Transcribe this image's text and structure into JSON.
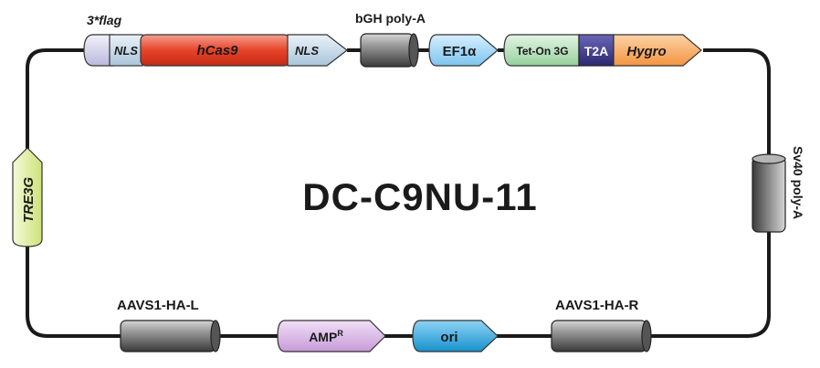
{
  "plasmid": {
    "name": "DC-C9NU-11"
  },
  "elements": {
    "flag": "3*flag",
    "nls_left": "NLS",
    "hcas9": "hCas9",
    "nls_right": "NLS",
    "bgh_polya": "bGH poly-A",
    "ef1a": "EF1α",
    "teton3g": "Tet-On 3G",
    "t2a": "T2A",
    "hygro": "Hygro",
    "sv40_polya": "Sv40 poly-A",
    "tre3g": "TRE3G",
    "aavs1_ha_l": "AAVS1-HA-L",
    "amp": "AMP",
    "amp_superscript": "R",
    "ori": "ori",
    "aavs1_ha_r": "AAVS1-HA-R"
  },
  "colors": {
    "backbone": "#1a1a1a",
    "nls": "#c9dbe8",
    "flag": "#dcdcf0",
    "hcas9": "#e8432a",
    "promoter_blue": "#8fd0f4",
    "teton3g": "#b3dfb8",
    "t2a": "#3d3a8f",
    "hygro": "#f7a95a",
    "tre3g": "#e3f0a8",
    "amp": "#d9b8e6",
    "ori": "#2aa9e0",
    "cylinder": "#8a8a8a"
  }
}
